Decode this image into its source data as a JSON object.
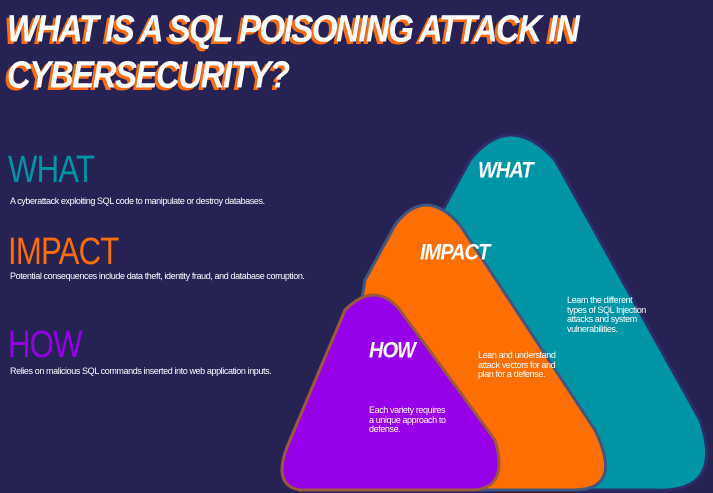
{
  "title": "What is a SQL Poisoning Attack in Cybersecurity?",
  "colors": {
    "background": "#262254",
    "what": "#0096a6",
    "impact": "#ff6e00",
    "how": "#9600ea",
    "title_shadow": "#ff6a13"
  },
  "sections": [
    {
      "heading": "WHAT",
      "text": "A cyberattack exploiting SQL code to manipulate or destroy databases."
    },
    {
      "heading": "IMPACT",
      "text": "Potential consequences include data theft, identity fraud, and database corruption."
    },
    {
      "heading": "HOW",
      "text": "Relies on malicious SQL commands inserted into web application inputs."
    }
  ],
  "diagram": {
    "what": {
      "label": "WHAT",
      "text": "Learn the different types of SQL Injection attacks and system vulnerabilities."
    },
    "impact": {
      "label": "IMPACT",
      "text": "Lean and understand attack vectors for and plan for a defense."
    },
    "how": {
      "label": "HOW",
      "text": "Each variety requires a unique approach to defense."
    }
  }
}
